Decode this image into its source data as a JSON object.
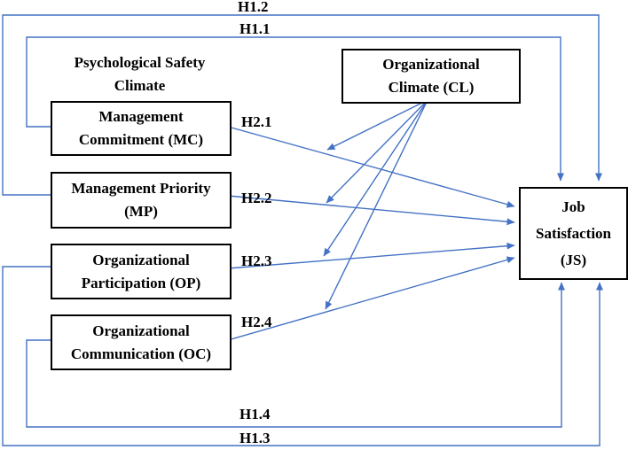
{
  "diagram": {
    "group_label": {
      "line1": "Psychological Safety",
      "line2": "Climate"
    },
    "boxes": {
      "mc": {
        "line1": "Management",
        "line2": "Commitment (MC)"
      },
      "mp": {
        "line1": "Management Priority",
        "line2": "(MP)"
      },
      "op": {
        "line1": "Organizational",
        "line2": "Participation (OP)"
      },
      "oc": {
        "line1": "Organizational",
        "line2": "Communication (OC)"
      },
      "cl": {
        "line1": "Organizational",
        "line2": "Climate (CL)"
      },
      "js": {
        "line1": "Job",
        "line2": "Satisfaction",
        "line3": "(JS)"
      }
    },
    "hypothesis_labels": {
      "h12": "H1.2",
      "h11": "H1.1",
      "h21": "H2.1",
      "h22": "H2.2",
      "h23": "H2.3",
      "h24": "H2.4",
      "h14": "H1.4",
      "h13": "H1.3"
    },
    "colors": {
      "arrow": "#4472C4",
      "box_border": "#000000",
      "text": "#000000",
      "background": "#ffffff"
    }
  }
}
